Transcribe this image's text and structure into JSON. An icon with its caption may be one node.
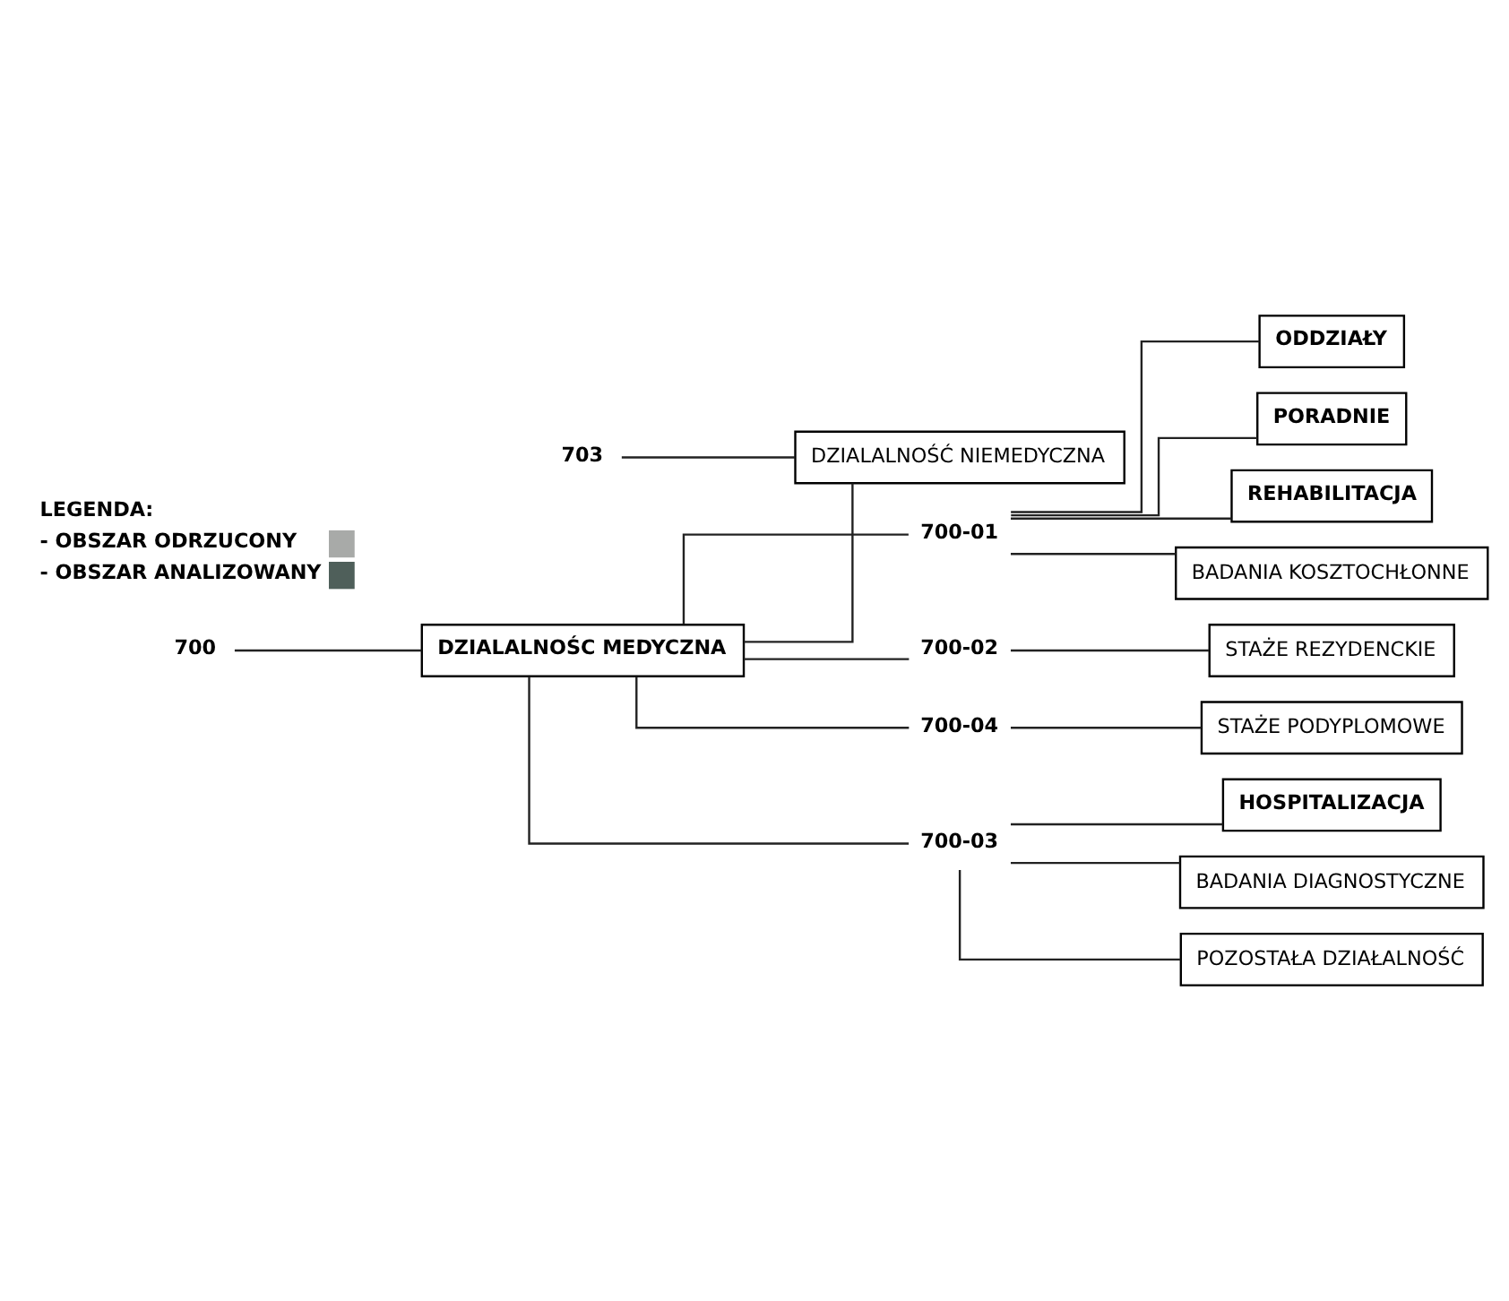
{
  "diagram": {
    "nodes": [
      {
        "text": [
          "700"
        ]
      },
      {
        "text": [
          "DZIALALNOŚC MEDYCZNA"
        ]
      },
      {
        "text": [
          "703"
        ]
      },
      {
        "text": [
          "DZIALALNOŚĆ NIEMEDYCZNA"
        ]
      },
      {
        "text": [
          "700-01"
        ]
      },
      {
        "text": [
          "ODDZIAŁY"
        ]
      },
      {
        "text": [
          "PORADNIE"
        ]
      },
      {
        "text": [
          "REHABILITACJA"
        ]
      },
      {
        "text": [
          "BADANIA KOSZTOCHŁONNE"
        ]
      },
      {
        "text": [
          "700-02"
        ]
      },
      {
        "text": [
          "STAŻE REZYDENCKIE"
        ]
      },
      {
        "text": [
          "700-04"
        ]
      },
      {
        "text": [
          "STAŻE PODYPLOMOWE"
        ]
      },
      {
        "text": [
          "700-03"
        ]
      },
      {
        "text": [
          "HOSPITALIZACJA"
        ]
      },
      {
        "text": [
          "BADANIA DIAGNOSTYCZNE"
        ]
      },
      {
        "text": [
          "POZOSTAŁA DZIAŁALNOŚĆ"
        ]
      }
    ],
    "edges": [
      {
        "from": 0,
        "to": 1,
        "arrow": "none"
      },
      {
        "from": 1,
        "to": 3,
        "arrow": "none"
      },
      {
        "from": 2,
        "to": 3,
        "arrow": "none"
      },
      {
        "from": 1,
        "to": 4,
        "arrow": "none"
      },
      {
        "from": 1,
        "to": 9,
        "arrow": "none"
      },
      {
        "from": 1,
        "to": 11,
        "arrow": "none"
      },
      {
        "from": 1,
        "to": 13,
        "arrow": "none"
      },
      {
        "from": 4,
        "to": 5,
        "arrow": "none"
      },
      {
        "from": 4,
        "to": 6,
        "arrow": "none"
      },
      {
        "from": 4,
        "to": 7,
        "arrow": "none"
      },
      {
        "from": 4,
        "to": 8,
        "arrow": "none"
      },
      {
        "from": 9,
        "to": 10,
        "arrow": "none"
      },
      {
        "from": 11,
        "to": 12,
        "arrow": "none"
      },
      {
        "from": 13,
        "to": 14,
        "arrow": "none"
      },
      {
        "from": 13,
        "to": 15,
        "arrow": "none"
      },
      {
        "from": 13,
        "to": 16,
        "arrow": "none"
      }
    ],
    "labels": [
      "LEGENDA:"
    ],
    "legend": [
      {
        "text": "- OBSZAR ODRZUCONY",
        "color": "#a8aaa8"
      },
      {
        "text": "- OBSZAR ANALIZOWANY",
        "color": "#4f5f5a"
      }
    ]
  }
}
